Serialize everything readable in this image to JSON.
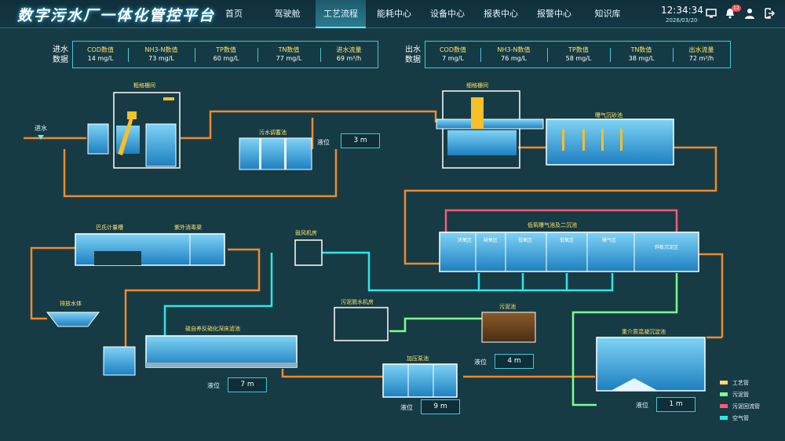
{
  "header": {
    "app_title": "数字污水厂一体化管控平台",
    "nav": [
      "首页",
      "驾驶舱",
      "工艺流程",
      "能耗中心",
      "设备中心",
      "报表中心",
      "报警中心",
      "知识库"
    ],
    "active_nav_index": 2,
    "time": "12:34:34",
    "date": "2026/03/20",
    "notification_count": "12",
    "icons": [
      "monitor-icon",
      "bell-icon",
      "user-icon",
      "logout-icon"
    ]
  },
  "inflow_quality": {
    "label": "进水\n数据",
    "items": [
      {
        "name": "COD数值",
        "value": "14 mg/L"
      },
      {
        "name": "NH3-N数值",
        "value": "73 mg/L"
      },
      {
        "name": "TP数值",
        "value": "60 mg/L"
      },
      {
        "name": "TN数值",
        "value": "77 mg/L"
      },
      {
        "name": "进水流量",
        "value": "69 m³/h"
      }
    ]
  },
  "outflow_quality": {
    "label": "出水\n数据",
    "items": [
      {
        "name": "COD数值",
        "value": "7 mg/L"
      },
      {
        "name": "NH3-N数值",
        "value": "76 mg/L"
      },
      {
        "name": "TP数值",
        "value": "58 mg/L"
      },
      {
        "name": "TN数值",
        "value": "38 mg/L"
      },
      {
        "name": "出水流量",
        "value": "72 m³/h"
      }
    ]
  },
  "process": {
    "inlet_label": "进水",
    "coarse_screen": "粗格栅间",
    "fine_screen": "细格栅间",
    "grit_chamber": "曝气沉砂池",
    "equalization_tank": "污水调蓄池",
    "equalization_level_label": "液位",
    "equalization_level": "3 m",
    "low_oxygen_tank": "低氧曝气池及二沉池",
    "zones": [
      "厌氧区",
      "缺氧区",
      "低氧区",
      "低氧区",
      "曝气区",
      "斜板沉淀区"
    ],
    "parshall_flume": "巴氏计量槽",
    "uv_disinfection": "紫外消毒渠",
    "blower_room": "鼓风机房",
    "discharge": "排放水体",
    "deep_bed_filter": "硫自养反硝化深床滤池",
    "filter_level_label": "液位",
    "filter_level": "7 m",
    "sludge_dewatering": "污泥脱水机房",
    "sludge_tank": "污泥池",
    "sludge_level_label": "液位",
    "sludge_level": "4 m",
    "pressure_pump": "加压泵池",
    "pump_level_label": "液位",
    "pump_level": "9 m",
    "coagulation_tank": "重介质混凝沉淀池",
    "coag_level_label": "液位",
    "coag_level": "1 m"
  },
  "legend": [
    {
      "label": "工艺管",
      "color": "#f5d76e"
    },
    {
      "label": "污泥管",
      "color": "#7dff8a"
    },
    {
      "label": "污泥回流管",
      "color": "#ff5a7a"
    },
    {
      "label": "空气管",
      "color": "#2fe6ea"
    }
  ]
}
